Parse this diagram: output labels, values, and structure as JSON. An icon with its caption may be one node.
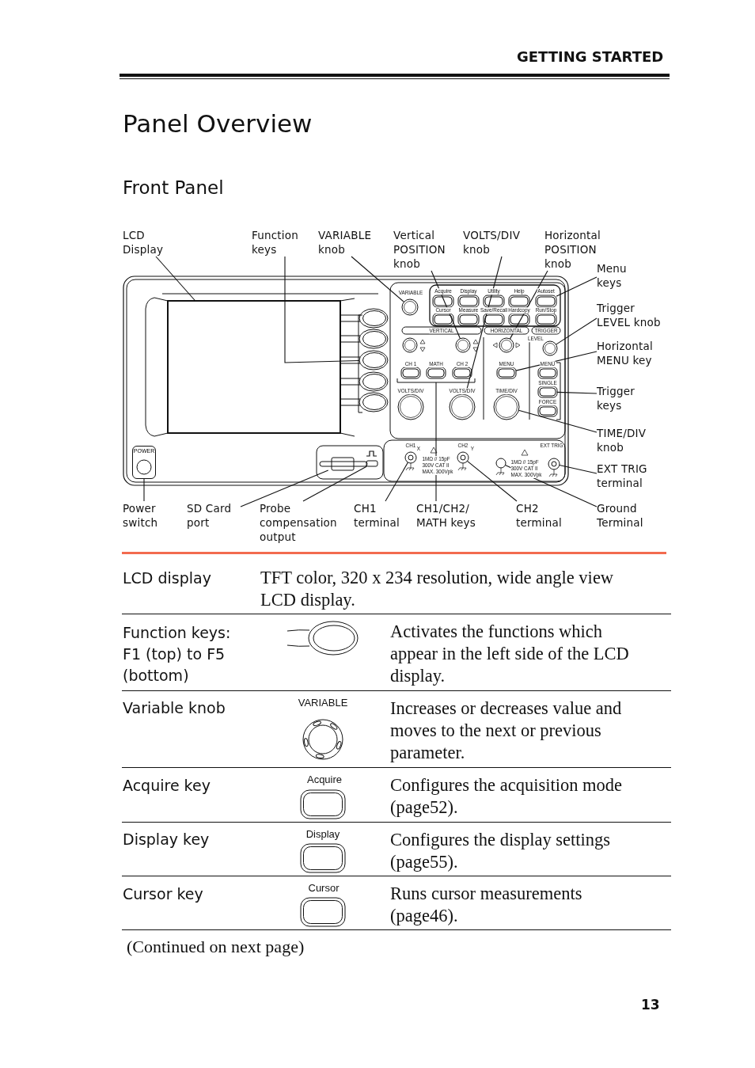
{
  "diagram": {
    "title": "Panel Overview",
    "nodes": [
      {
        "text": [
          "LCD Display"
        ]
      },
      {
        "text": [
          "Function keys"
        ]
      },
      {
        "text": [
          "VARIABLE knob"
        ]
      },
      {
        "text": [
          "Vertical POSITION knob"
        ]
      },
      {
        "text": [
          "VOLTS/DIV knob"
        ]
      },
      {
        "text": [
          "Horizontal POSITION knob"
        ]
      },
      {
        "text": [
          "Menu keys"
        ]
      },
      {
        "text": [
          "Trigger LEVEL knob"
        ]
      },
      {
        "text": [
          "Horizontal MENU key"
        ]
      },
      {
        "text": [
          "Trigger keys"
        ]
      },
      {
        "text": [
          "TIME/DIV knob"
        ]
      },
      {
        "text": [
          "EXT TRIG terminal"
        ]
      },
      {
        "text": [
          "Power switch"
        ]
      },
      {
        "text": [
          "SD Card port"
        ]
      },
      {
        "text": [
          "Probe compensation output"
        ]
      },
      {
        "text": [
          "CH1 terminal"
        ]
      },
      {
        "text": [
          "CH1/CH2/ MATH keys"
        ]
      },
      {
        "text": [
          "CH2 terminal"
        ]
      },
      {
        "text": [
          "Ground Terminal"
        ]
      },
      {
        "text": [
          "POWER"
        ]
      },
      {
        "text": [],
        "shape": "box"
      },
      {
        "text": [],
        "shape": "ellipse"
      },
      {
        "text": [],
        "shape": "circle"
      },
      {
        "text": [],
        "shape": "circle"
      },
      {
        "text": [],
        "shape": "circle"
      },
      {
        "text": [],
        "shape": "circle"
      },
      {
        "text": [],
        "shape": "box"
      },
      {
        "text": [],
        "shape": "circle"
      },
      {
        "text": [],
        "shape": "box"
      },
      {
        "text": [],
        "shape": "circle"
      },
      {
        "text": [],
        "shape": "circle"
      },
      {
        "text": [],
        "shape": "box"
      },
      {
        "text": [],
        "shape": "box"
      },
      {
        "text": [],
        "shape": "circle"
      },
      {
        "text": [],
        "shape": "circle"
      },
      {
        "text": [],
        "shape": "circle"
      },
      {
        "text": [],
        "shape": "box"
      },
      {
        "text": [],
        "shape": "circle"
      },
      {
        "text": [],
        "shape": "circle"
      }
    ],
    "edges": [
      {
        "from": 0,
        "to": 20,
        "arrow": "none"
      },
      {
        "from": 1,
        "to": 21,
        "arrow": "none"
      },
      {
        "from": 2,
        "to": 22,
        "arrow": "none"
      },
      {
        "from": 3,
        "to": 23,
        "arrow": "none"
      },
      {
        "from": 4,
        "to": 24,
        "arrow": "none"
      },
      {
        "from": 5,
        "to": 25,
        "arrow": "none"
      },
      {
        "from": 6,
        "to": 26,
        "arrow": "none"
      },
      {
        "from": 7,
        "to": 27,
        "arrow": "none"
      },
      {
        "from": 8,
        "to": 28,
        "arrow": "none"
      },
      {
        "from": 9,
        "to": 36,
        "arrow": "none"
      },
      {
        "from": 10,
        "to": 29,
        "arrow": "none"
      },
      {
        "from": 11,
        "to": 30,
        "arrow": "none"
      },
      {
        "from": 12,
        "to": 19,
        "arrow": "none"
      },
      {
        "from": 13,
        "to": 31,
        "arrow": "none"
      },
      {
        "from": 14,
        "to": 32,
        "arrow": "none"
      },
      {
        "from": 15,
        "to": 33,
        "arrow": "none"
      },
      {
        "from": 16,
        "to": null,
        "arrow": "none"
      },
      {
        "from": 17,
        "to": 34,
        "arrow": "none"
      },
      {
        "from": 18,
        "to": 35,
        "arrow": "none"
      }
    ],
    "labels": [
      "GETTING STARTED",
      "Front Panel",
      "VARIABLE",
      "Acquire",
      "Display",
      "Utility",
      "Help",
      "Autoset",
      "Cursor",
      "Measure",
      "Save/Recall",
      "Hardcopy",
      "Run/Stop",
      "VERTICAL",
      "HORIZONTAL",
      "TRIGGER",
      "LEVEL",
      "CH 1",
      "MATH",
      "CH 2",
      "MENU",
      "MENU",
      "SINGLE",
      "FORCE",
      "VOLTS/DIV",
      "VOLTS/DIV",
      "TIME/DIV",
      "CH1",
      "X",
      "CH2",
      "Y",
      "EXT TRIG",
      "1MΩ // 15pF 300V CAT II MAX. 300Vpk",
      "1MΩ // 15pF 300V CAT II MAX. 300Vpk",
      "LCD display",
      "TFT color, 320 x 234 resolution, wide angle view LCD display.",
      "Function keys: F1 (top) to F5 (bottom)",
      "Activates the functions which appear in the left side of the LCD display.",
      "Variable knob",
      "VARIABLE",
      "Increases or decreases value and moves to the next or previous parameter.",
      "Acquire key",
      "Acquire",
      "Configures the acquisition mode (page52).",
      "Display key",
      "Display",
      "Configures the display settings (page55).",
      "Cursor key",
      "Cursor",
      "Runs cursor measurements (page46).",
      "(Continued on next page)",
      "13"
    ]
  }
}
